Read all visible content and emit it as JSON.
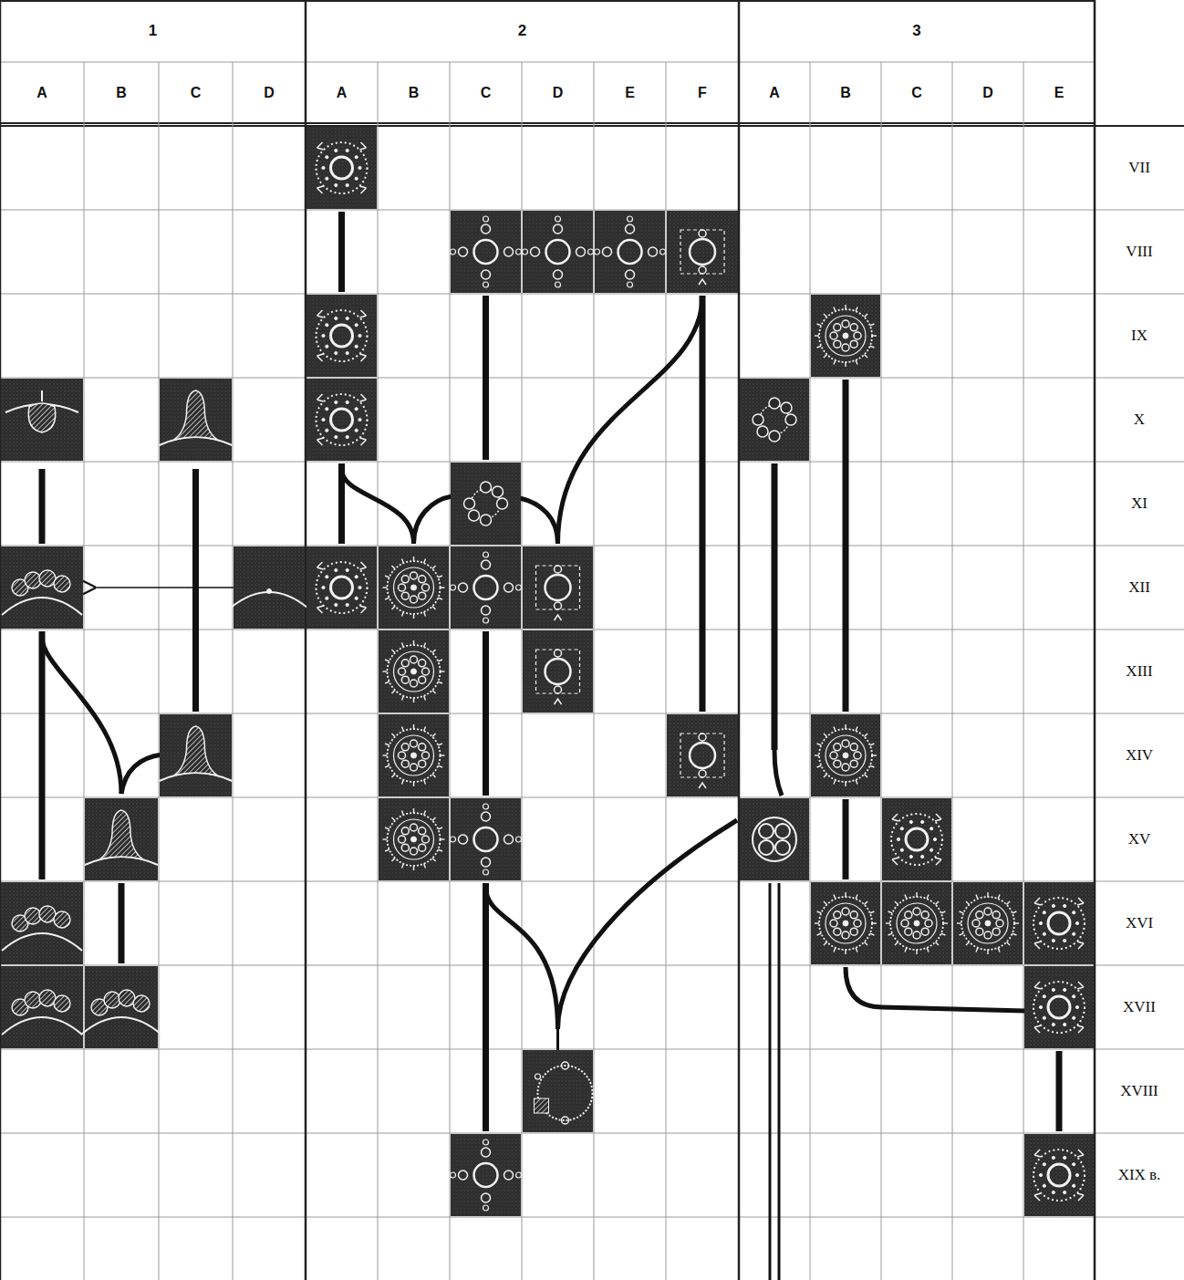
{
  "diagram": {
    "labels": [
      "1",
      "2",
      "3",
      "A",
      "B",
      "C",
      "D",
      "A",
      "B",
      "C",
      "D",
      "E",
      "F",
      "A",
      "B",
      "C",
      "D",
      "E",
      "VII",
      "VIII",
      "IX",
      "X",
      "XI",
      "XII",
      "XIII",
      "XIV",
      "XV",
      "XVI",
      "XVII",
      "XVIII",
      "XIX в."
    ]
  }
}
